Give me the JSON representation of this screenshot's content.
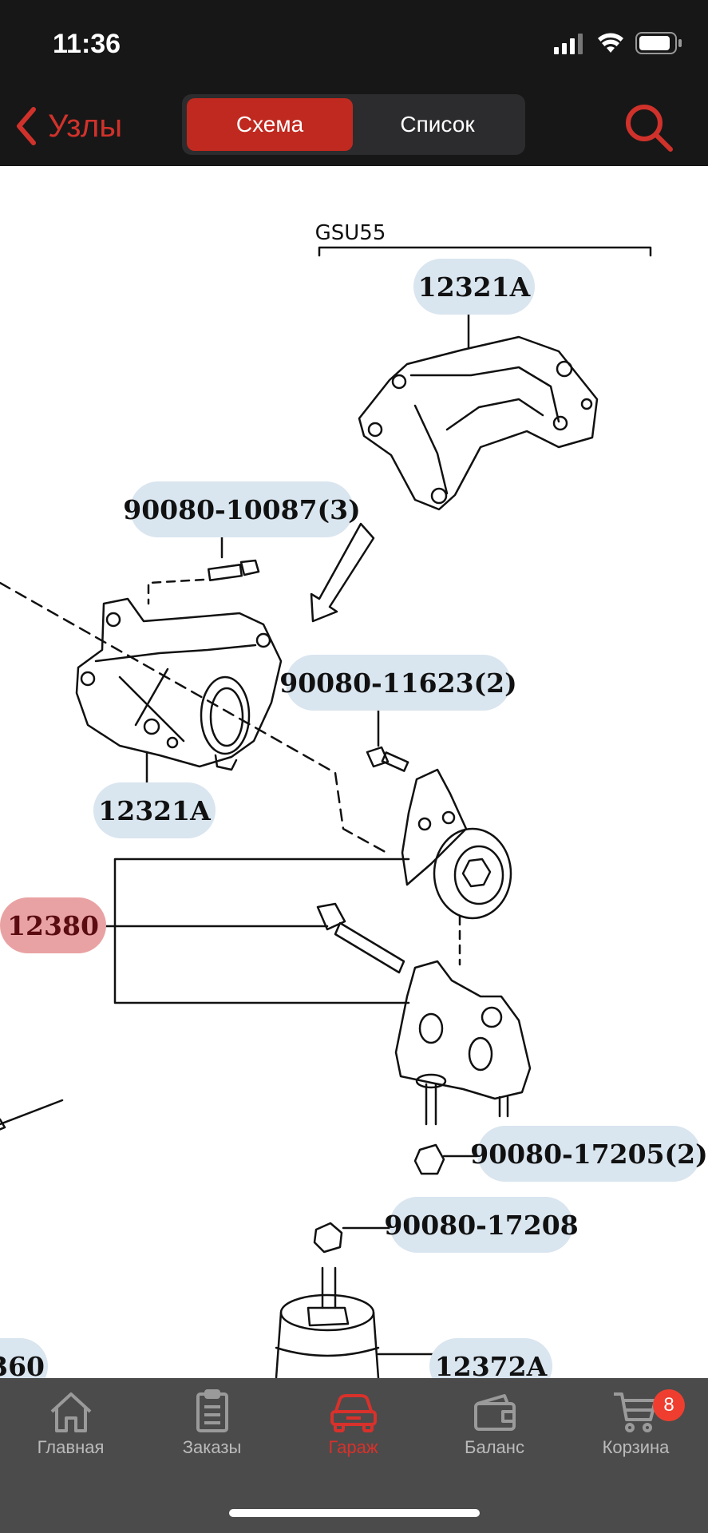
{
  "status_bar": {
    "time": "11:36"
  },
  "nav": {
    "back_label": "Узлы",
    "segments": [
      "Схема",
      "Список"
    ],
    "active_segment": "Схема"
  },
  "diagram": {
    "group_label": "GSU55",
    "callouts": [
      {
        "id": "12321A_top",
        "label": "12321A"
      },
      {
        "id": "90080-10087",
        "label": "90080-10087(3)"
      },
      {
        "id": "90080-11623",
        "label": "90080-11623(2)"
      },
      {
        "id": "12321A_mid",
        "label": "12321A"
      },
      {
        "id": "12380",
        "label": "12380",
        "highlighted": true
      },
      {
        "id": "90080-17205",
        "label": "90080-17205(2)"
      },
      {
        "id": "90080-17208",
        "label": "90080-17208"
      },
      {
        "id": "12372A",
        "label": "12372A"
      },
      {
        "id": "edge",
        "label": "360"
      }
    ]
  },
  "tabbar": {
    "items": [
      {
        "label": "Главная",
        "icon": "home-icon"
      },
      {
        "label": "Заказы",
        "icon": "clipboard-icon"
      },
      {
        "label": "Гараж",
        "icon": "car-icon",
        "active": true
      },
      {
        "label": "Баланс",
        "icon": "wallet-icon"
      },
      {
        "label": "Корзина",
        "icon": "cart-icon",
        "badge": "8"
      }
    ]
  },
  "colors": {
    "accent": "#c0291f",
    "callout": "#d9e5ef",
    "callout_highlight": "#e9a2a3",
    "bar": "#171717",
    "tabbar": "#4b4b4b"
  }
}
